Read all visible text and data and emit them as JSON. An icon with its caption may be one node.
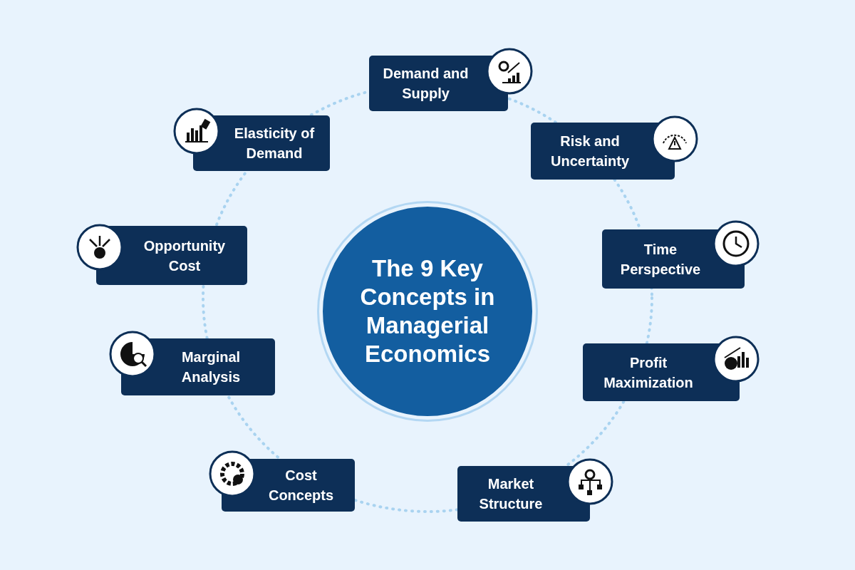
{
  "diagram": {
    "nodes": [
      {
        "text": [
          "The 9 Key Concepts in Managerial Economics"
        ]
      },
      {
        "text": [
          "Demand and Supply"
        ]
      },
      {
        "text": [
          "Risk and Uncertainty"
        ]
      },
      {
        "text": [
          "Time Perspective"
        ]
      },
      {
        "text": [
          "Profit Maximization"
        ]
      },
      {
        "text": [
          "Market Structure"
        ]
      },
      {
        "text": [
          "Cost Concepts"
        ]
      },
      {
        "text": [
          "Marginal Analysis"
        ]
      },
      {
        "text": [
          "Opportunity Cost"
        ]
      },
      {
        "text": [
          "Elasticity of Demand"
        ]
      }
    ]
  }
}
